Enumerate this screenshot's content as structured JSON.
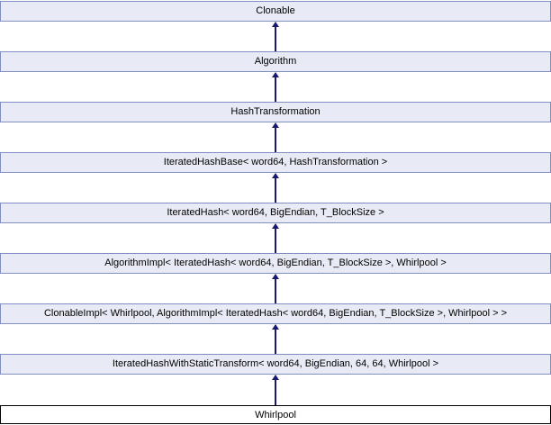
{
  "diagram": {
    "title": "Inheritance diagram for Whirlpool",
    "type": "class-inheritance-diagram",
    "arrow_direction": "derived-to-base (upward)",
    "nodes": [
      {
        "label": "Clonable",
        "current": false
      },
      {
        "label": "Algorithm",
        "current": false
      },
      {
        "label": "HashTransformation",
        "current": false
      },
      {
        "label": "IteratedHashBase< word64, HashTransformation >",
        "current": false
      },
      {
        "label": "IteratedHash< word64, BigEndian, T_BlockSize >",
        "current": false
      },
      {
        "label": "AlgorithmImpl< IteratedHash< word64, BigEndian, T_BlockSize >, Whirlpool >",
        "current": false
      },
      {
        "label": "ClonableImpl< Whirlpool, AlgorithmImpl< IteratedHash< word64, BigEndian, T_BlockSize >, Whirlpool > >",
        "current": false
      },
      {
        "label": "IteratedHashWithStaticTransform< word64, BigEndian, 64, 64, Whirlpool >",
        "current": false
      },
      {
        "label": "Whirlpool",
        "current": true
      }
    ],
    "edges": [
      {
        "from": "Algorithm",
        "to": "Clonable"
      },
      {
        "from": "HashTransformation",
        "to": "Algorithm"
      },
      {
        "from": "IteratedHashBase< word64, HashTransformation >",
        "to": "HashTransformation"
      },
      {
        "from": "IteratedHash< word64, BigEndian, T_BlockSize >",
        "to": "IteratedHashBase< word64, HashTransformation >"
      },
      {
        "from": "AlgorithmImpl< IteratedHash< word64, BigEndian, T_BlockSize >, Whirlpool >",
        "to": "IteratedHash< word64, BigEndian, T_BlockSize >"
      },
      {
        "from": "ClonableImpl< Whirlpool, AlgorithmImpl< IteratedHash< word64, BigEndian, T_BlockSize >, Whirlpool > >",
        "to": "AlgorithmImpl< IteratedHash< word64, BigEndian, T_BlockSize >, Whirlpool >"
      },
      {
        "from": "IteratedHashWithStaticTransform< word64, BigEndian, 64, 64, Whirlpool >",
        "to": "ClonableImpl< Whirlpool, AlgorithmImpl< IteratedHash< word64, BigEndian, T_BlockSize >, Whirlpool > >"
      },
      {
        "from": "Whirlpool",
        "to": "IteratedHashWithStaticTransform< word64, BigEndian, 64, 64, Whirlpool >"
      }
    ],
    "colors": {
      "background": "#FFFFFF",
      "node_fill": "#E8EBF5",
      "node_border": "#8090BE",
      "current_node_fill": "#FFFFFF",
      "current_node_border": "#000000",
      "arrow": "#191970",
      "text": "#000000"
    }
  }
}
